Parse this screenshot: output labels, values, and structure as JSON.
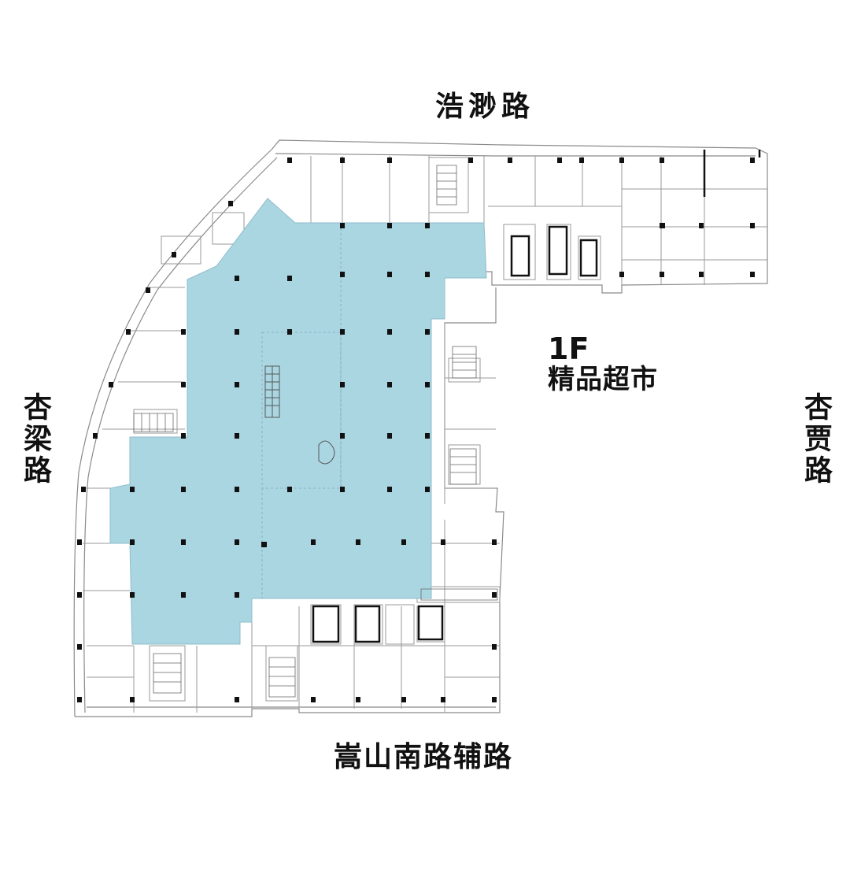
{
  "streets": {
    "north": "浩渺路",
    "south": "嵩山南路辅路",
    "west": "杏梁路",
    "east": "杏贾路"
  },
  "floor": {
    "level": "1F",
    "name": "精品超市"
  },
  "colors": {
    "supermarket_zone": "#aad6e2",
    "wall_line": "#8a8a8a",
    "column": "#111111",
    "text": "#111111"
  }
}
